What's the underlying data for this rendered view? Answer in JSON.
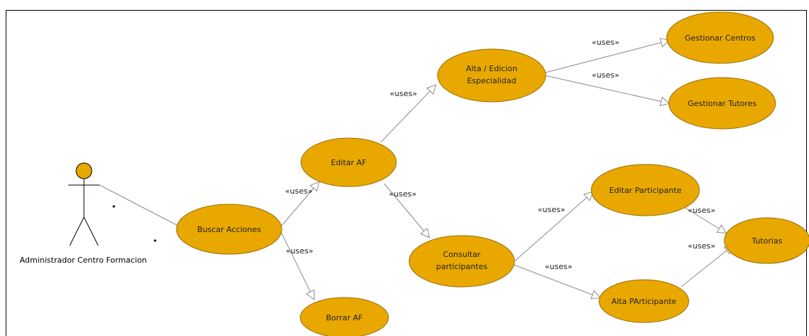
{
  "actor": {
    "label": "Administrador Centro Formacion"
  },
  "use_cases": {
    "buscar": "Buscar Acciones",
    "editar_af": "Editar AF",
    "borrar_af": "Borrar AF",
    "alta_edicion": [
      "Alta / Edicion",
      "Especialidad"
    ],
    "consultar": [
      "Consultar",
      "participantes"
    ],
    "gestionar_centros": "Gestionar Centros",
    "gestionar_tutores": "Gestionar Tutores",
    "editar_participante": "Editar Participante",
    "alta_participante": "Alta PArticipante",
    "tutorias": "Tutorias"
  },
  "relation_label": "«uses»"
}
